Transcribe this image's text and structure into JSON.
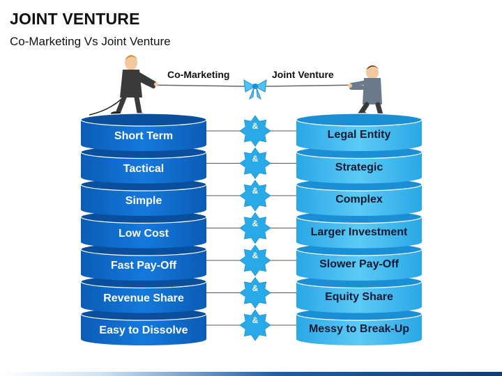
{
  "title": "JOINT VENTURE",
  "subtitle": "Co-Marketing Vs Joint Venture",
  "left_heading": "Co-Marketing",
  "right_heading": "Joint Venture",
  "connector_symbol": "&",
  "colors": {
    "left_stack": "#0f6fd0",
    "left_stack_top": "#0a4e9e",
    "right_stack": "#3db8f0",
    "right_stack_top": "#1a8fd6",
    "star": "#29aae8",
    "ribbon": "#4fc3f7"
  },
  "rows": [
    {
      "left": "Short Term",
      "right": "Legal Entity"
    },
    {
      "left": "Tactical",
      "right": "Strategic"
    },
    {
      "left": "Simple",
      "right": "Complex"
    },
    {
      "left": "Low Cost",
      "right": "Larger Investment"
    },
    {
      "left": "Fast Pay-Off",
      "right": "Slower Pay-Off"
    },
    {
      "left": "Revenue Share",
      "right": "Equity Share"
    },
    {
      "left": "Easy to Dissolve",
      "right": "Messy to Break-Up"
    }
  ],
  "figures": {
    "left": "businessman-pulling-rope",
    "right": "businessman-pulling-rope"
  }
}
